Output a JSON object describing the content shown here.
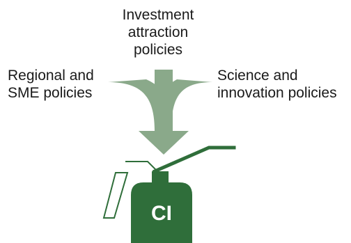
{
  "labels": {
    "top": [
      "Investment",
      "attraction",
      "policies"
    ],
    "left": [
      "Regional and",
      "SME policies"
    ],
    "right": [
      "Science and",
      "innovation policies"
    ]
  },
  "can_label": "CI",
  "colors": {
    "arrow": "#8aa98a",
    "can": "#2f6e3a",
    "text": "#1a1a1a"
  }
}
